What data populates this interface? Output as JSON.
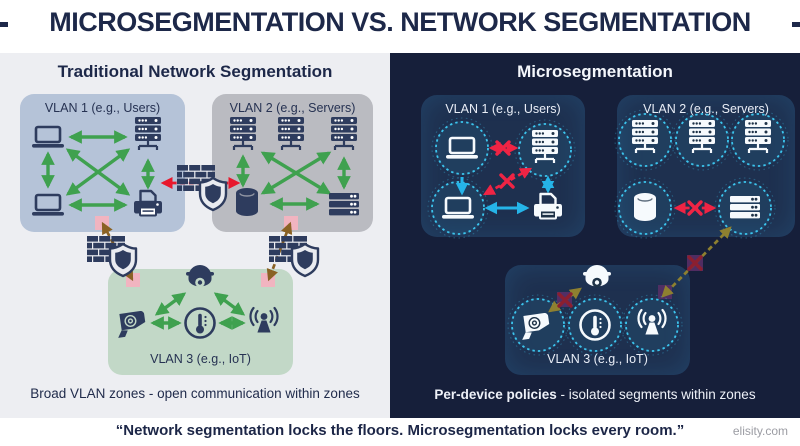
{
  "header": {
    "title": "MICROSEGMENTATION VS. NETWORK SEGMENTATION"
  },
  "left_panel": {
    "title": "Traditional Network Segmentation",
    "vlans": [
      {
        "label": "VLAN 1 (e.g., Users)"
      },
      {
        "label": "VLAN 2 (e.g., Servers)"
      },
      {
        "label": "VLAN 3 (e.g., IoT)"
      }
    ],
    "caption": "Broad VLAN zones - open communication within zones"
  },
  "right_panel": {
    "title": "Microsegmentation",
    "vlans": [
      {
        "label": "VLAN 1 (e.g., Users)"
      },
      {
        "label": "VLAN 2 (e.g., Servers)"
      },
      {
        "label": "VLAN 3 (e.g., IoT)"
      }
    ],
    "caption_bold": "Per-device policies",
    "caption_rest": " - isolated segments within zones"
  },
  "footer": {
    "quote": "“Network segmentation locks the floors. Microsegmentation locks every room.”",
    "site": "elisity.com"
  },
  "icons": {
    "laptop": "laptop computer",
    "server": "tower server with network stand",
    "rack_server": "rack server",
    "printer": "printer",
    "database": "database cylinder",
    "dome_camera": "dome security camera",
    "cctv_camera": "cctv camera",
    "thermostat": "thermometer in circle",
    "iot_antenna": "broadcasting iot antenna",
    "firewall": "brick firewall wall",
    "shield": "security shield",
    "device_ring": "dotted microsegment circle",
    "x_mark": "blocked traffic x"
  },
  "colors": {
    "navy_text": "#1d2849",
    "left_panel_bg": "#edeef2",
    "right_panel_bg": "#161f3a",
    "vlan1_left": "#b5c3d8",
    "vlan2_left": "#babbc1",
    "vlan3_left": "#c2d8c7",
    "icon_navy": "#2e3c5e",
    "icon_white": "#f6fafd",
    "arrow_green": "#3fa14f",
    "arrow_red": "#e8182d",
    "arrow_red_right": "#ef2444",
    "arrow_cyan": "#25b4e8",
    "arrow_brown": "#8a6224",
    "arrow_olive": "#8e8030",
    "x_dark_red": "#8b1f30",
    "pink_square": "#f1b4c0",
    "purple_square": "#5c2f68",
    "ring_cyan": "#3cc5ee"
  }
}
